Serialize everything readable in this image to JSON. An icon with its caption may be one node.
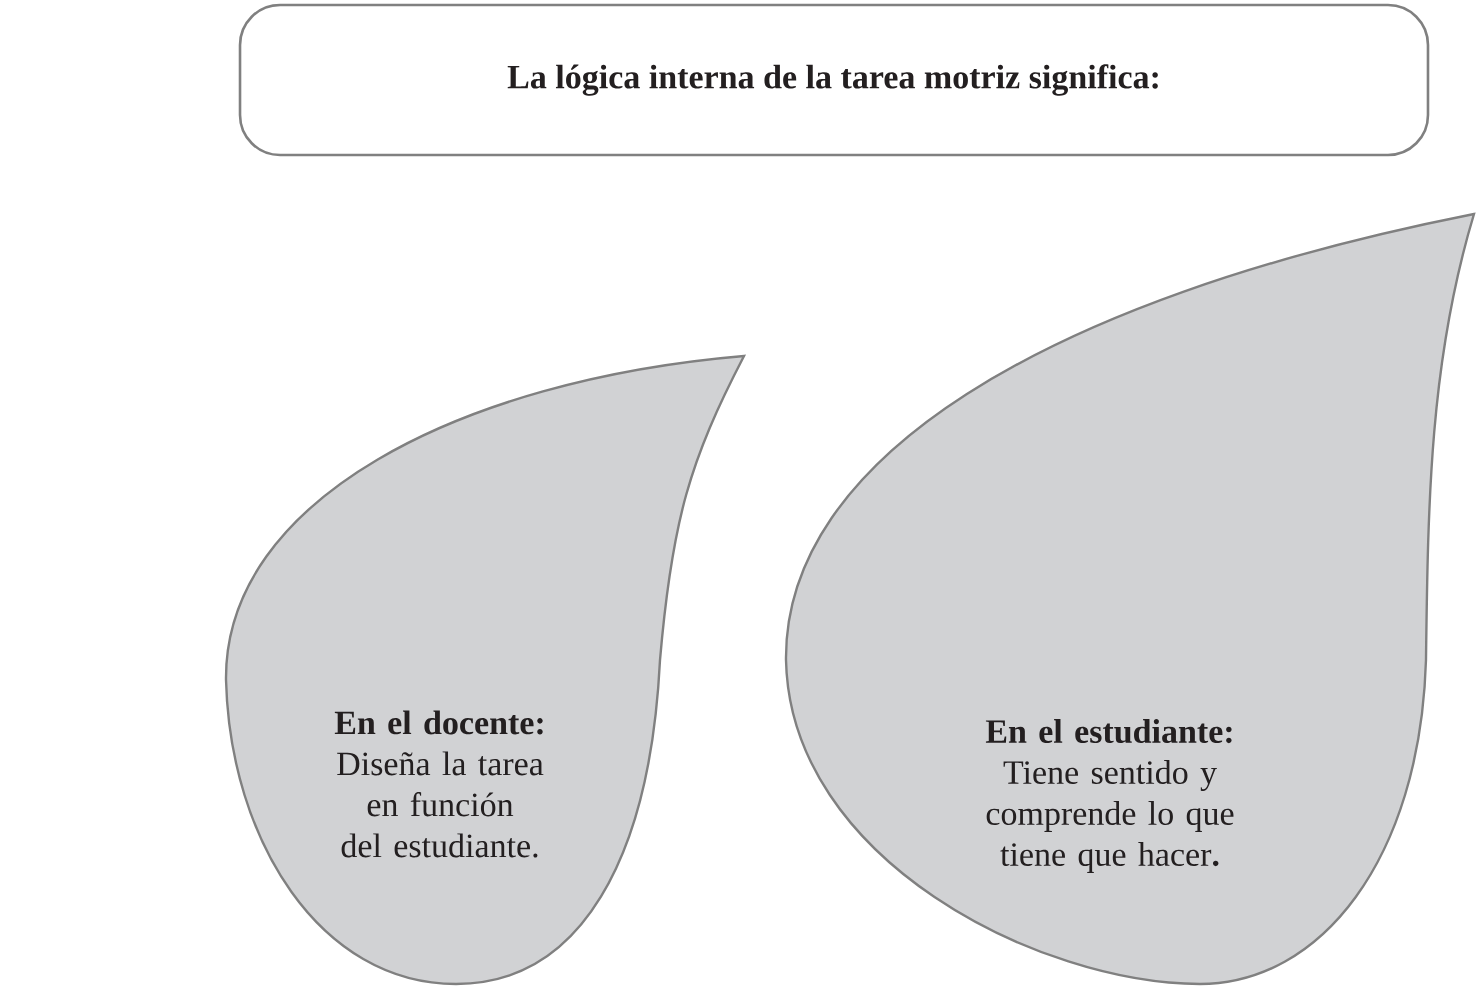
{
  "diagram": {
    "nodes": [
      {
        "text": [
          "La lógica interna de la tarea motriz significa:"
        ]
      },
      {
        "text": [
          "En el docente:",
          "Diseña la tarea en función del estudiante."
        ]
      },
      {
        "text": [
          "En el estudiante:",
          "Tiene sentido y comprende lo que tiene que hacer**.**"
        ]
      }
    ]
  }
}
